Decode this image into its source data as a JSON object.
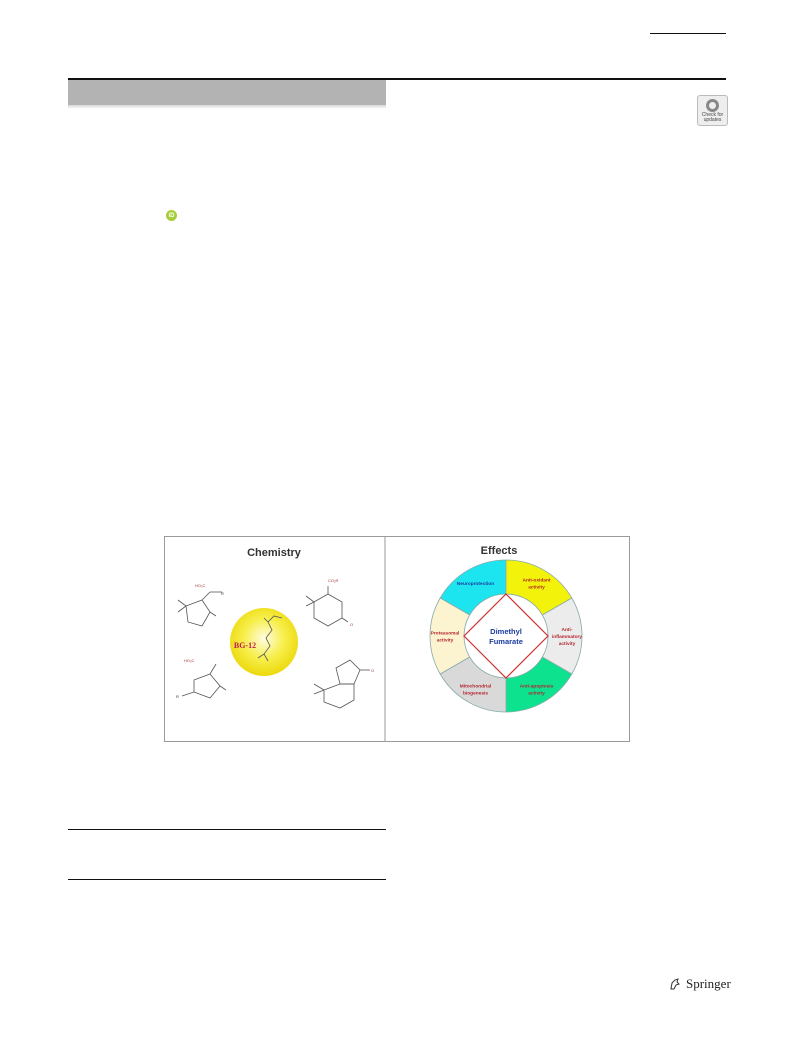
{
  "badge": {
    "check_label": "Check for updates"
  },
  "orcid": {
    "label": "iD"
  },
  "figure": {
    "left_title": "Chemistry",
    "right_title": "Effects",
    "center_molecule": "BG-12",
    "center_label_line1": "Dimethyl",
    "center_label_line2": "Fumarate",
    "effects": [
      {
        "lines": [
          "Neuroprotection"
        ],
        "color": "#1de5f0"
      },
      {
        "lines": [
          "Anti-oxidant",
          "activity"
        ],
        "color": "#f2f20a"
      },
      {
        "lines": [
          "Anti-",
          "inflammatory",
          "activity"
        ],
        "color": "#ececec"
      },
      {
        "lines": [
          "Anti-apoptosis",
          "activity"
        ],
        "color": "#0de28f"
      },
      {
        "lines": [
          "Mitochondrial",
          "biogenesis"
        ],
        "color": "#d9d9d9"
      },
      {
        "lines": [
          "Proteasomal",
          "activity"
        ],
        "color": "#fcf3d0"
      }
    ],
    "struct_labels": {
      "top_left_sub": "HO₂C",
      "top_left_r": "R",
      "top_right_sub": "CO₂R",
      "bottom_left_sub": "HO₂C",
      "bottom_left_r": "R",
      "o": "O"
    }
  },
  "footer": {
    "publisher": "Springer"
  }
}
